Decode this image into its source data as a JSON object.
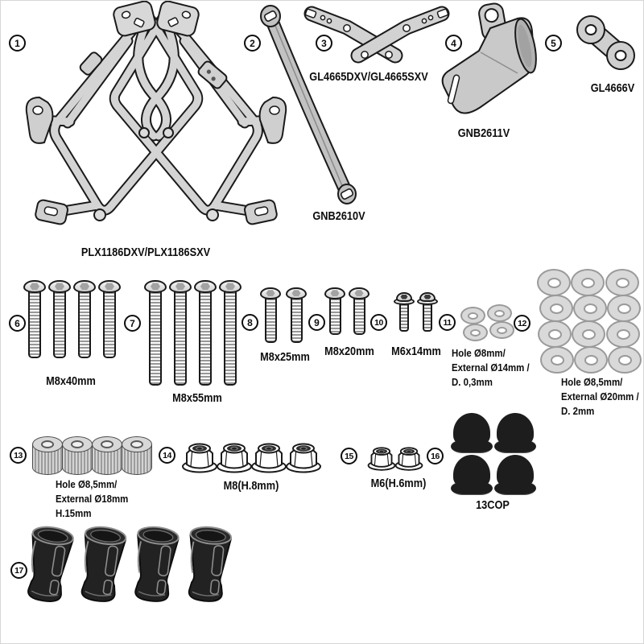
{
  "diagram": {
    "colors": {
      "part_gray": "#d2d2d2",
      "strap_gray": "#c2c2c2",
      "outline": "#1a1a1a",
      "dark_part": "#1d1d1d",
      "washer_gray": "#d9d9d9",
      "text": "#0d0d0d",
      "background": "#ffffff"
    },
    "parts": {
      "p1": {
        "num": "1",
        "label": "PLX1186DXV/PLX1186SXV",
        "qty": 1
      },
      "p2": {
        "num": "2",
        "label": "GNB2610V",
        "qty": 1
      },
      "p3": {
        "num": "3",
        "label": "GL4665DXV/GL4665SXV",
        "qty": 2
      },
      "p4": {
        "num": "4",
        "label": "GNB2611V",
        "qty": 1
      },
      "p5": {
        "num": "5",
        "label": "GL4666V",
        "qty": 1
      },
      "p6": {
        "num": "6",
        "label": "M8x40mm",
        "qty": 4
      },
      "p7": {
        "num": "7",
        "label": "M8x55mm",
        "qty": 4
      },
      "p8": {
        "num": "8",
        "label": "M8x25mm",
        "qty": 2
      },
      "p9": {
        "num": "9",
        "label": "M8x20mm",
        "qty": 2
      },
      "p10": {
        "num": "10",
        "label": "M6x14mm",
        "qty": 2
      },
      "p11": {
        "num": "11",
        "lines": [
          "Hole Ø8mm/",
          "External Ø14mm /",
          "D. 0,3mm"
        ],
        "qty": 4
      },
      "p12": {
        "num": "12",
        "lines": [
          "Hole Ø8,5mm/",
          "External Ø20mm /",
          "D. 2mm"
        ],
        "qty": 12
      },
      "p13": {
        "num": "13",
        "lines": [
          "Hole Ø8,5mm/",
          "External Ø18mm",
          "H.15mm"
        ],
        "qty": 4
      },
      "p14": {
        "num": "14",
        "label": "M8(H.8mm)",
        "qty": 4
      },
      "p15": {
        "num": "15",
        "label": "M6(H.6mm)",
        "qty": 2
      },
      "p16": {
        "num": "16",
        "label": "13COP",
        "qty": 4
      },
      "p17": {
        "num": "17",
        "qty": 4
      }
    }
  }
}
